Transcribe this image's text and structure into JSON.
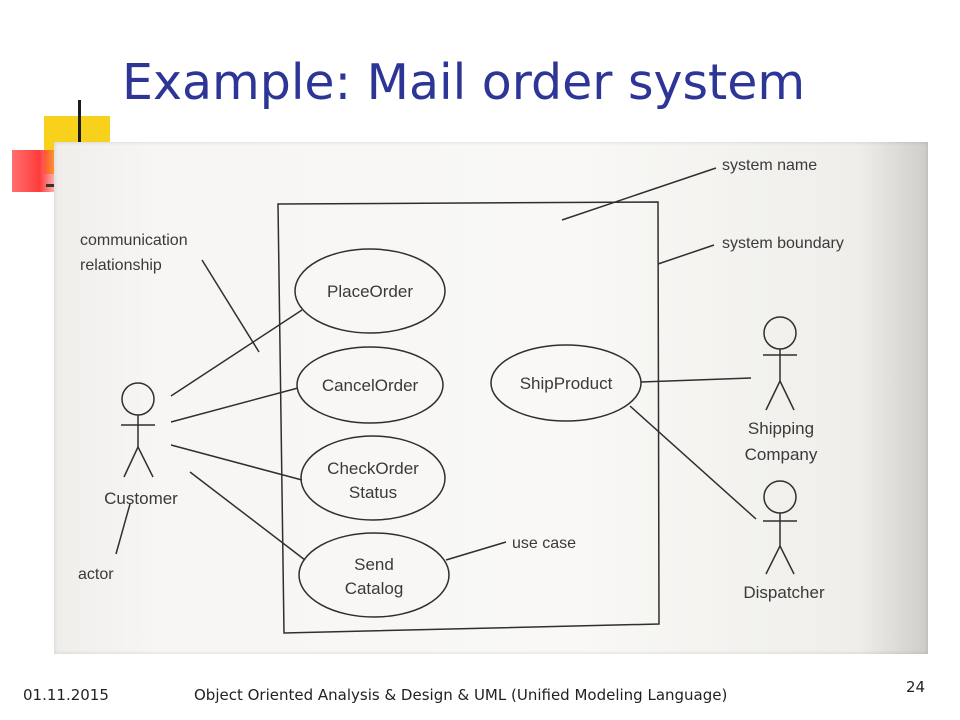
{
  "slide": {
    "title": "Example: Mail order system"
  },
  "diagram": {
    "system_name": "Mail order system",
    "use_cases": {
      "place_order": [
        "PlaceOrder"
      ],
      "cancel_order": [
        "CancelOrder"
      ],
      "check_order_status": [
        "CheckOrder",
        "Status"
      ],
      "send_catalog": [
        "Send",
        "Catalog"
      ],
      "ship_product": [
        "ShipProduct"
      ]
    },
    "actors": {
      "customer": [
        "Customer"
      ],
      "shipping_company": [
        "Shipping",
        "Company"
      ],
      "dispatcher": [
        "Dispatcher"
      ]
    },
    "annotations": {
      "system_name": [
        "system name"
      ],
      "system_boundary": [
        "system boundary"
      ],
      "communication_relationship": [
        "communication",
        "relationship"
      ],
      "use_case": [
        "use case"
      ],
      "actor": [
        "actor"
      ]
    }
  },
  "footer": {
    "date": "01.11.2015",
    "course": "Object Oriented Analysis & Design & UML (Unified Modeling Language)",
    "page_number": "24"
  }
}
